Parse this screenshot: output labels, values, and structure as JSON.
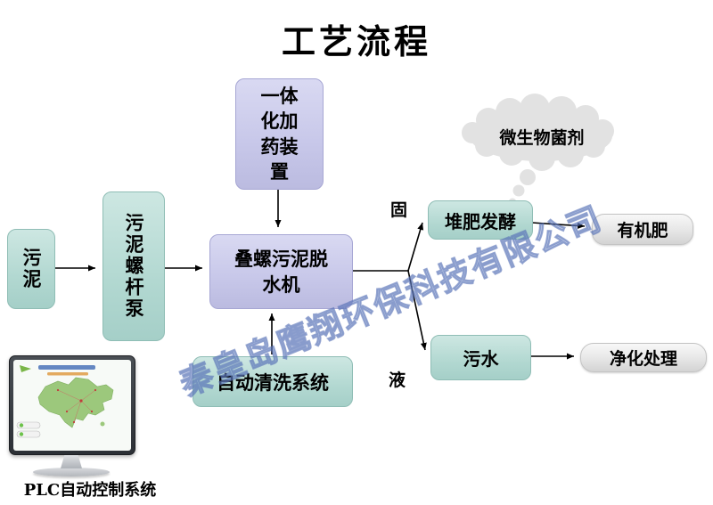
{
  "title": "工艺流程",
  "watermark": {
    "company": "秦皇岛鹰翔环保科技有限公司"
  },
  "nodes": {
    "sludge": {
      "label": "污泥"
    },
    "screw_pump": {
      "label": "污泥螺杆泵"
    },
    "dosing_device": {
      "label": "一体化加药装置"
    },
    "dewatering_machine": {
      "label": "叠螺污泥脱水机"
    },
    "cleaning_system": {
      "label": "自动清洗系统"
    },
    "compost": {
      "label": "堆肥发酵"
    },
    "sewage": {
      "label": "污水"
    },
    "organic_fertilizer": {
      "label": "有机肥"
    },
    "purification": {
      "label": "净化处理"
    },
    "microbial_agent": {
      "label": "微生物菌剂"
    }
  },
  "branch_labels": {
    "solid": "固",
    "liquid": "液"
  },
  "plc": {
    "label": "PLC自动控制系统"
  },
  "colors": {
    "teal": "#b2d8d1",
    "teal-border": "#8fbdb5",
    "lavender": "#c7c7e9",
    "lavender-border": "#a7a7d4",
    "gray-box": "#e6e6e6",
    "cloud": "#e2e2e2",
    "arrow": "#000000",
    "watermark-blue": "#5570b4"
  }
}
